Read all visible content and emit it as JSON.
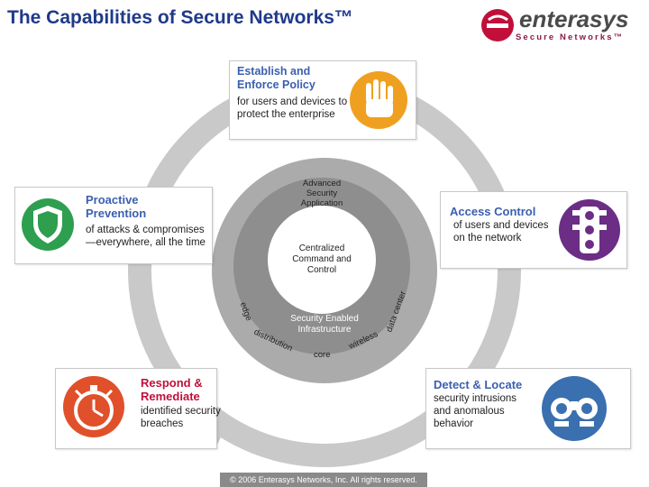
{
  "title": "The Capabilities of Secure Networks™",
  "logo": {
    "brand": "enterasys",
    "tagline": "Secure Networks™"
  },
  "top_card": {
    "title": "Establish and Enforce Policy",
    "desc": "for users and devices to protect the enterprise"
  },
  "left_card": {
    "title": "Proactive Prevention",
    "desc": "of attacks & compromises —everywhere, all the time"
  },
  "right_card": {
    "title": "Access Control",
    "desc": "of users and devices on the network"
  },
  "bottom_left_card": {
    "title": "Respond & Remediate",
    "desc": "identified security breaches"
  },
  "bottom_right_card": {
    "title": "Detect & Locate",
    "desc": "security intrusions and anomalous behavior"
  },
  "center": {
    "outer_label": "Advanced Security Application",
    "middle_label": "Centralized Command and Control",
    "inner_label": "Security Enabled Infrastructure",
    "ring_labels": [
      "edge",
      "distribution",
      "core",
      "wireless",
      "data center"
    ]
  },
  "footer": "© 2006 Enterasys Networks, Inc. All rights reserved.",
  "colors": {
    "title_blue": "#1f3a8a",
    "orange": "#f0a020",
    "green": "#2e9e4f",
    "purple": "#6b2d86",
    "red_orange": "#e0502a",
    "blue": "#3a6fb0",
    "logo_red": "#c0103a"
  }
}
